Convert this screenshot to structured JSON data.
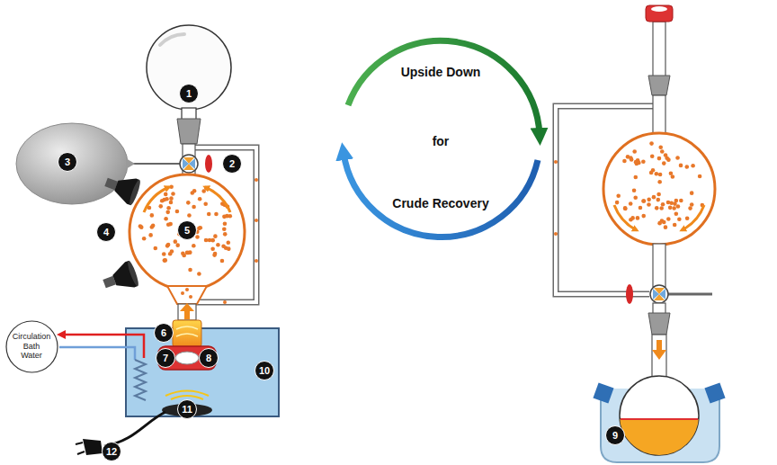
{
  "diagram": {
    "nodes": [
      {
        "text": [
          "Circulation Bath Water"
        ]
      }
    ],
    "labels": [
      "1",
      "2",
      "3",
      "4",
      "5",
      "6",
      "7",
      "8",
      "9",
      "10",
      "11",
      "12",
      "Upside Down",
      "for",
      "Crude Recovery"
    ]
  }
}
